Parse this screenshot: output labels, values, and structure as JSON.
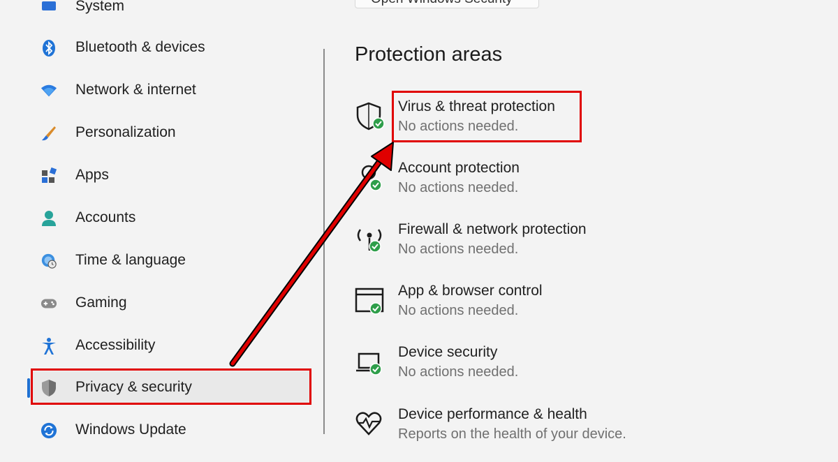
{
  "sidebar": {
    "items": [
      {
        "label": "System",
        "icon": "system-icon"
      },
      {
        "label": "Bluetooth & devices",
        "icon": "bluetooth-icon"
      },
      {
        "label": "Network & internet",
        "icon": "wifi-icon"
      },
      {
        "label": "Personalization",
        "icon": "brush-icon"
      },
      {
        "label": "Apps",
        "icon": "apps-icon"
      },
      {
        "label": "Accounts",
        "icon": "person-icon"
      },
      {
        "label": "Time & language",
        "icon": "globe-clock-icon"
      },
      {
        "label": "Gaming",
        "icon": "gamepad-icon"
      },
      {
        "label": "Accessibility",
        "icon": "accessibility-icon"
      },
      {
        "label": "Privacy & security",
        "icon": "shield-icon",
        "selected": true
      },
      {
        "label": "Windows Update",
        "icon": "update-icon"
      }
    ]
  },
  "header": {
    "top_button_label": "Open Windows Security"
  },
  "main": {
    "section_title": "Protection areas",
    "areas": [
      {
        "title": "Virus & threat protection",
        "status": "No actions needed.",
        "icon": "virus-shield-icon"
      },
      {
        "title": "Account protection",
        "status": "No actions needed.",
        "icon": "account-protection-icon"
      },
      {
        "title": "Firewall & network protection",
        "status": "No actions needed.",
        "icon": "firewall-icon"
      },
      {
        "title": "App & browser control",
        "status": "No actions needed.",
        "icon": "browser-control-icon"
      },
      {
        "title": "Device security",
        "status": "No actions needed.",
        "icon": "device-security-icon"
      },
      {
        "title": "Device performance & health",
        "status": "Reports on the health of your device.",
        "icon": "heart-health-icon"
      }
    ]
  },
  "colors": {
    "highlight": "#e00000",
    "accent": "#1f6fd0",
    "status_ok": "#2e9e4a"
  }
}
